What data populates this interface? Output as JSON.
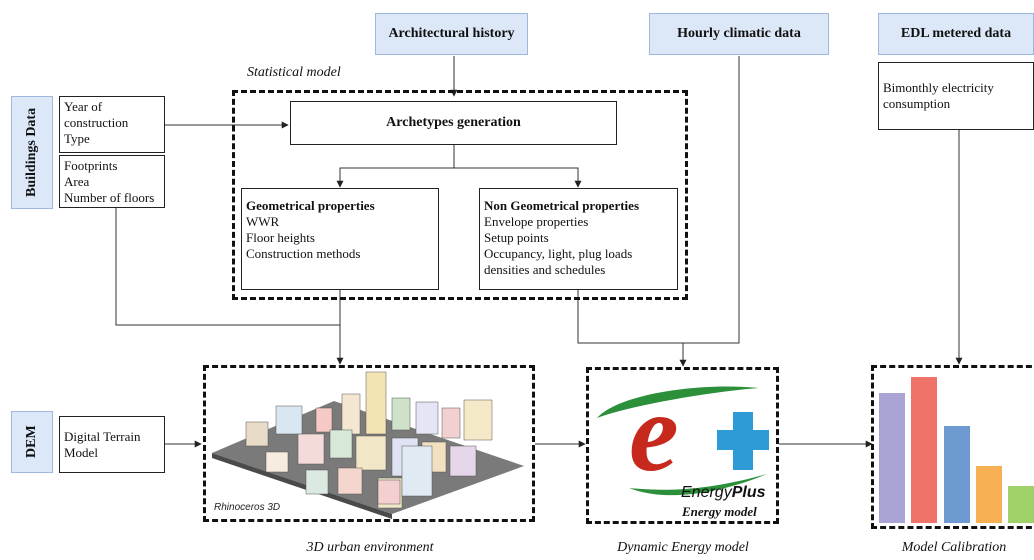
{
  "sources": {
    "architectural_history": "Architectural history",
    "hourly_climatic": "Hourly climatic data",
    "edl_metered": "EDL metered data",
    "buildings_data": "Buildings Data",
    "dem": "DEM"
  },
  "statistical_model_label": "Statistical model",
  "buildings": {
    "group1": [
      "Year of",
      "construction",
      "Type"
    ],
    "group2": [
      "Footprints",
      "Area",
      "Number of floors"
    ]
  },
  "edl_box": [
    "Bimonthly electricity",
    "consumption"
  ],
  "archetypes": "Archetypes generation",
  "geometrical": {
    "title": "Geometrical properties",
    "items": [
      "WWR",
      "Floor heights",
      "Construction methods"
    ]
  },
  "non_geometrical": {
    "title": "Non Geometrical properties",
    "items": [
      "Envelope properties",
      "Setup points",
      "Occupancy, light, plug loads",
      "densities and schedules"
    ]
  },
  "dem_box": [
    "Digital Terrain",
    "Model"
  ],
  "rhino_label": "Rhinoceros 3D",
  "energyplus": {
    "brand_a": "Energy",
    "brand_b": "Plus",
    "subtitle": "Energy model"
  },
  "captions": {
    "urban": "3D urban environment",
    "energy": "Dynamic Energy model",
    "calibration": "Model Calibration"
  },
  "colors": {
    "source_fill": "#dce8f7",
    "source_border": "#9db8dc",
    "bar_purple": "#a9a3d6",
    "bar_red": "#f0736a",
    "bar_blue": "#6d9bd1",
    "bar_orange": "#f7b054",
    "bar_green": "#9fd36a"
  }
}
